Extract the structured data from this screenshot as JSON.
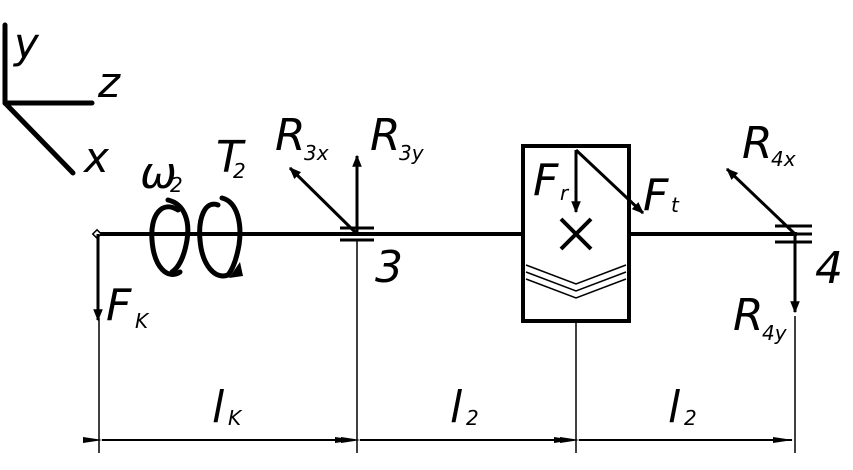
{
  "axes": {
    "y": "y",
    "z": "z",
    "x": "x"
  },
  "labels": {
    "omega": {
      "main": "ω",
      "sub": "2"
    },
    "torque": {
      "main": "T",
      "sub": "2"
    },
    "r3x": {
      "main": "R",
      "sub": "3x"
    },
    "r3y": {
      "main": "R",
      "sub": "3y"
    },
    "fr": {
      "main": "F",
      "sub": "r"
    },
    "ft": {
      "main": "F",
      "sub": "t"
    },
    "r4x": {
      "main": "R",
      "sub": "4x"
    },
    "r4y": {
      "main": "R",
      "sub": "4y"
    },
    "fk": {
      "main": "F",
      "sub": "K"
    }
  },
  "supports": {
    "support_3": "3",
    "support_4": "4"
  },
  "dimensions": {
    "lk": {
      "main": "l",
      "sub": "K"
    },
    "l2_left": {
      "main": "l",
      "sub": "2"
    },
    "l2_right": {
      "main": "l",
      "sub": "2"
    }
  }
}
